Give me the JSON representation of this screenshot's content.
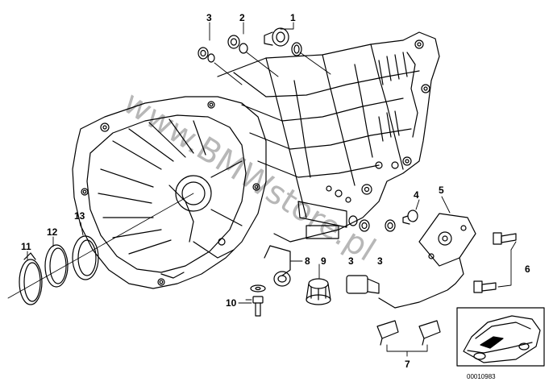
{
  "diagram": {
    "labels": {
      "l1": "1",
      "l2": "2",
      "l3a": "3",
      "l3b": "3",
      "l3c": "3",
      "l4": "4",
      "l5": "5",
      "l6": "6",
      "l7": "7",
      "l8": "8",
      "l9": "9",
      "l10": "10",
      "l11": "11",
      "l12": "12",
      "l13": "13"
    },
    "watermark": "www.BMWstore.pl",
    "reference": "00010983"
  }
}
